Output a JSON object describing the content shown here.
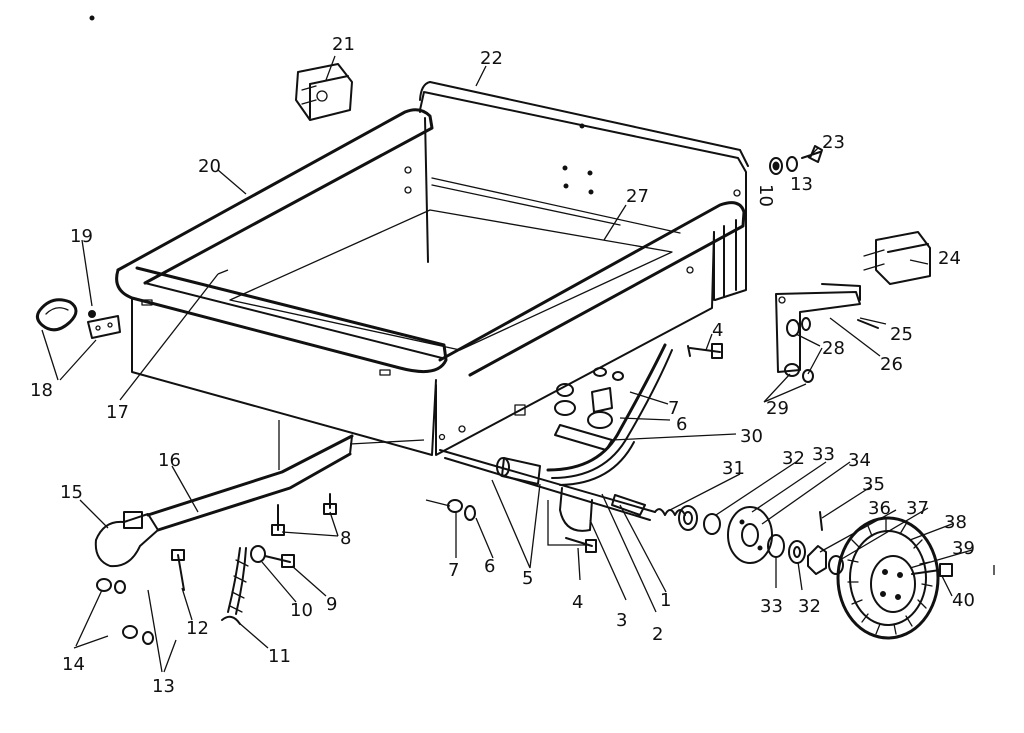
{
  "callouts": {
    "n1": "1",
    "n2": "2",
    "n3": "3",
    "n4a": "4",
    "n4b": "4",
    "n5": "5",
    "n6a": "6",
    "n6b": "6",
    "n7a": "7",
    "n7b": "7",
    "n8": "8",
    "n9": "9",
    "n10a": "10",
    "n10b": "10",
    "n11": "11",
    "n12": "12",
    "n13a": "13",
    "n13b": "13",
    "n14": "14",
    "n15": "15",
    "n16": "16",
    "n17": "17",
    "n18": "18",
    "n19": "19",
    "n20": "20",
    "n21": "21",
    "n22": "22",
    "n23": "23",
    "n24": "24",
    "n25": "25",
    "n26": "26",
    "n27": "27",
    "n28": "28",
    "n29": "29",
    "n30": "30",
    "n31": "31",
    "n32a": "32",
    "n32b": "32",
    "n33a": "33",
    "n33b": "33",
    "n34": "34",
    "n35": "35",
    "n36": "36",
    "n37": "37",
    "n38": "38",
    "n39": "39",
    "n40": "40"
  }
}
